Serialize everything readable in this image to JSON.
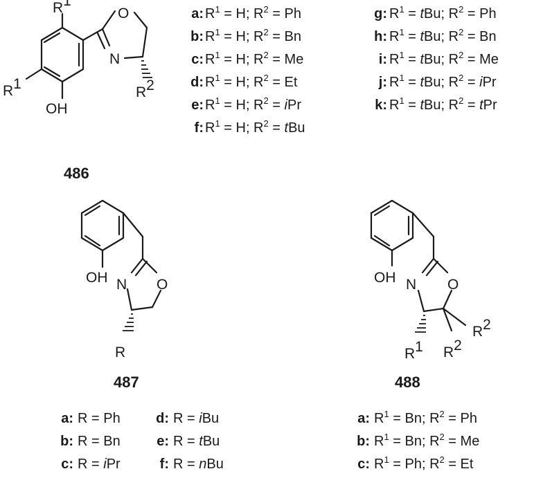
{
  "atoms": {
    "r1": "R",
    "one": "1",
    "r2": "R",
    "two": "2",
    "oh": "OH",
    "o": "O",
    "n": "N",
    "r": "R"
  },
  "compounds": {
    "c486": "486",
    "c487": "487",
    "c488": "488"
  },
  "series_486": [
    {
      "key": "a:",
      "r1": "H",
      "r2": "Ph"
    },
    {
      "key": "b:",
      "r1": "H",
      "r2": "Bn"
    },
    {
      "key": "c:",
      "r1": "H",
      "r2": "Me"
    },
    {
      "key": "d:",
      "r1": "H",
      "r2": "Et"
    },
    {
      "key": "e:",
      "r1": "H",
      "r2_prefix": "i",
      "r2": "Pr"
    },
    {
      "key": "f:",
      "r1": "H",
      "r2_prefix": "t",
      "r2": "Bu"
    },
    {
      "key": "g:",
      "r1_prefix": "t",
      "r1": "Bu",
      "r2": "Ph"
    },
    {
      "key": "h:",
      "r1_prefix": "t",
      "r1": "Bu",
      "r2": "Bn"
    },
    {
      "key": "i:",
      "r1_prefix": "t",
      "r1": "Bu",
      "r2": "Me"
    },
    {
      "key": "j:",
      "r1_prefix": "t",
      "r1": "Bu",
      "r2_prefix": "i",
      "r2": "Pr"
    },
    {
      "key": "k:",
      "r1_prefix": "t",
      "r1": "Bu",
      "r2_prefix": "t",
      "r2": "Pr"
    }
  ],
  "series_487": [
    {
      "key": "a:",
      "r": "Ph"
    },
    {
      "key": "b:",
      "r": "Bn"
    },
    {
      "key": "c:",
      "r_prefix": "i",
      "r": "Pr"
    },
    {
      "key": "d:",
      "r_prefix": "i",
      "r": "Bu"
    },
    {
      "key": "e:",
      "r_prefix": "t",
      "r": "Bu"
    },
    {
      "key": "f:",
      "r_prefix": "n",
      "r": "Bu"
    }
  ],
  "series_488": [
    {
      "key": "a:",
      "r1": "Bn",
      "r2": "Ph"
    },
    {
      "key": "b:",
      "r1": "Bn",
      "r2": "Me"
    },
    {
      "key": "c:",
      "r1": "Ph",
      "r2": "Et"
    }
  ]
}
